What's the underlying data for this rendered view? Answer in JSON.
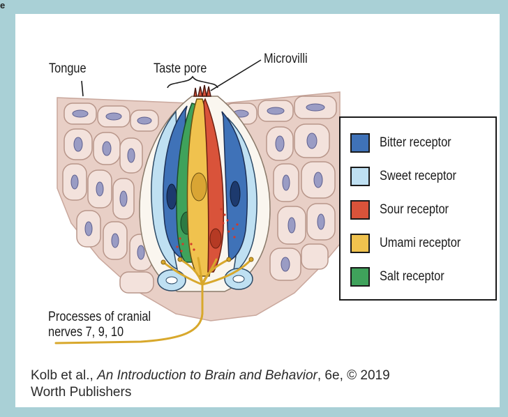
{
  "corner_mark": "e",
  "labels": {
    "tongue": "Tongue",
    "taste_pore": "Taste pore",
    "microvilli": "Microvilli",
    "nerves_line1": "Processes of cranial",
    "nerves_line2": "nerves 7, 9, 10"
  },
  "legend": {
    "items": [
      {
        "label": "Bitter receptor",
        "color": "#3f72b8"
      },
      {
        "label": "Sweet receptor",
        "color": "#bfe0f2"
      },
      {
        "label": "Sour receptor",
        "color": "#d9533a"
      },
      {
        "label": "Umami receptor",
        "color": "#f0c24e"
      },
      {
        "label": "Salt receptor",
        "color": "#3fa25b"
      }
    ]
  },
  "caption": {
    "authors": "Kolb et al., ",
    "title": "An Introduction to Brain and Behavior",
    "details": ", 6e, © 2019",
    "publisher": "Worth Publishers"
  }
}
